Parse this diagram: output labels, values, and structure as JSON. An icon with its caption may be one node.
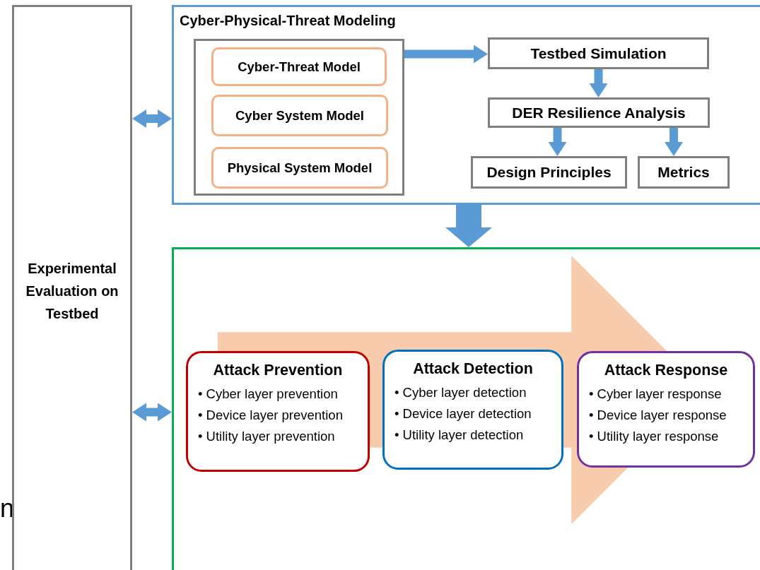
{
  "diagram": {
    "nodes": [
      {
        "text": [
          "Experimental Evaluation on Testbed"
        ],
        "beside": [
          "n"
        ]
      },
      {
        "text": [
          "Cyber-Physical-Threat Modeling"
        ]
      },
      {
        "text": [],
        "shape": "box",
        "in": 1
      },
      {
        "text": [
          "Cyber-Threat Model"
        ],
        "in": 2
      },
      {
        "text": [
          "Cyber System Model"
        ],
        "in": 2
      },
      {
        "text": [
          "Physical System Model"
        ],
        "in": 2
      },
      {
        "text": [
          "Testbed Simulation"
        ],
        "in": 1
      },
      {
        "text": [
          "DER Resilience Analysis"
        ],
        "in": 1
      },
      {
        "text": [
          "Design Principles"
        ],
        "in": 1
      },
      {
        "text": [
          "Metrics"
        ],
        "in": 1
      },
      {
        "text": [],
        "shape": "box"
      },
      {
        "text": [],
        "shape": "arrow",
        "in": 10
      },
      {
        "text": [
          "Attack Prevention",
          "• Cyber layer prevention",
          "• Device layer prevention",
          "• Utility layer prevention"
        ],
        "in": 10
      },
      {
        "text": [
          "Attack Detection",
          "• Cyber layer detection",
          "• Device layer detection",
          "• Utility layer detection"
        ],
        "in": 11
      },
      {
        "text": [
          "Attack Response",
          "• Cyber layer response",
          "• Device layer response",
          "• Utility layer response"
        ],
        "in": 10
      }
    ],
    "edges": [
      {
        "from": 0,
        "to": 1,
        "arrow": "both"
      },
      {
        "from": 2,
        "to": 6,
        "arrow": "to"
      },
      {
        "from": 6,
        "to": 7,
        "arrow": "to"
      },
      {
        "from": 7,
        "to": 8,
        "arrow": "to"
      },
      {
        "from": 7,
        "to": 9,
        "arrow": "to"
      },
      {
        "from": 1,
        "to": 10,
        "arrow": "to",
        "style": "thick"
      },
      {
        "from": 0,
        "to": 10,
        "arrow": "both"
      }
    ]
  }
}
